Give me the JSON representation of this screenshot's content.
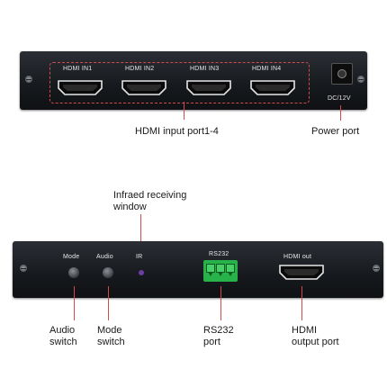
{
  "top_panel": {
    "hdmi_labels": [
      "HDMI IN1",
      "HDMI IN2",
      "HDMI IN3",
      "HDMI IN4"
    ],
    "dc_label": "DC/12V"
  },
  "bottom_panel": {
    "mode_label": "Mode",
    "audio_label": "Audio",
    "ir_label": "IR",
    "rs232_label": "RS232",
    "hdmi_out_label": "HDMI out"
  },
  "callouts": {
    "hdmi_input": "HDMI input port1-4",
    "power_port": "Power port",
    "infrared_line1": "Infraed receiving",
    "infrared_line2": "window",
    "audio_switch_line1": "Audio",
    "audio_switch_line2": "switch",
    "mode_switch_line1": "Mode",
    "mode_switch_line2": "switch",
    "rs232_line1": "RS232",
    "rs232_line2": "port",
    "hdmi_out_line1": "HDMI",
    "hdmi_out_line2": "output port"
  },
  "colors": {
    "panel": "#16191d",
    "annotation": "#d24a4a",
    "rs232_terminal": "#27b24a",
    "ir_window": "#6a3fa0"
  }
}
